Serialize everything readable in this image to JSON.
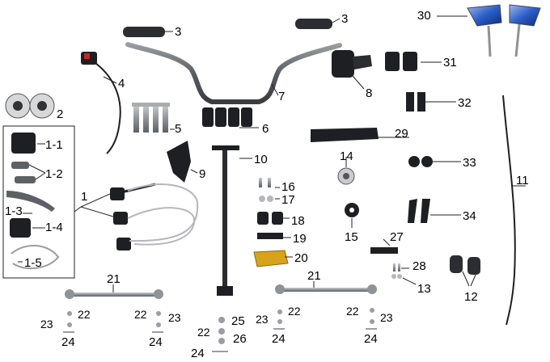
{
  "colors": {
    "metal": "#8f9296",
    "metal_dark": "#4a4d52",
    "black_part": "#1e1f22",
    "rubber": "#2c2d30",
    "gold": "#d8a21a",
    "mirror_blue": "#2b5fc9",
    "line": "#222222"
  },
  "labels": {
    "l1": "1",
    "l1_1": "1-1",
    "l1_2": "1-2",
    "l1_3": "1-3",
    "l1_4": "1-4",
    "l1_5": "1-5",
    "l2": "2",
    "l3a": "3",
    "l3b": "3",
    "l4": "4",
    "l5": "5",
    "l6": "6",
    "l7": "7",
    "l8": "8",
    "l9": "9",
    "l10": "10",
    "l11": "11",
    "l12": "12",
    "l13": "13",
    "l14": "14",
    "l15": "15",
    "l16": "16",
    "l17": "17",
    "l18": "18",
    "l19": "19",
    "l20": "20",
    "l21a": "21",
    "l21b": "21",
    "l22a": "22",
    "l22b": "22",
    "l22c": "22",
    "l22d": "22",
    "l22e": "22",
    "l23a": "23",
    "l23b": "23",
    "l23c": "23",
    "l23d": "23",
    "l24a": "24",
    "l24b": "24",
    "l24c": "24",
    "l24d": "24",
    "l24e": "24",
    "l25": "25",
    "l26": "26",
    "l27": "27",
    "l28": "28",
    "l29": "29",
    "l30": "30",
    "l31": "31",
    "l32": "32",
    "l33": "33",
    "l34": "34"
  }
}
